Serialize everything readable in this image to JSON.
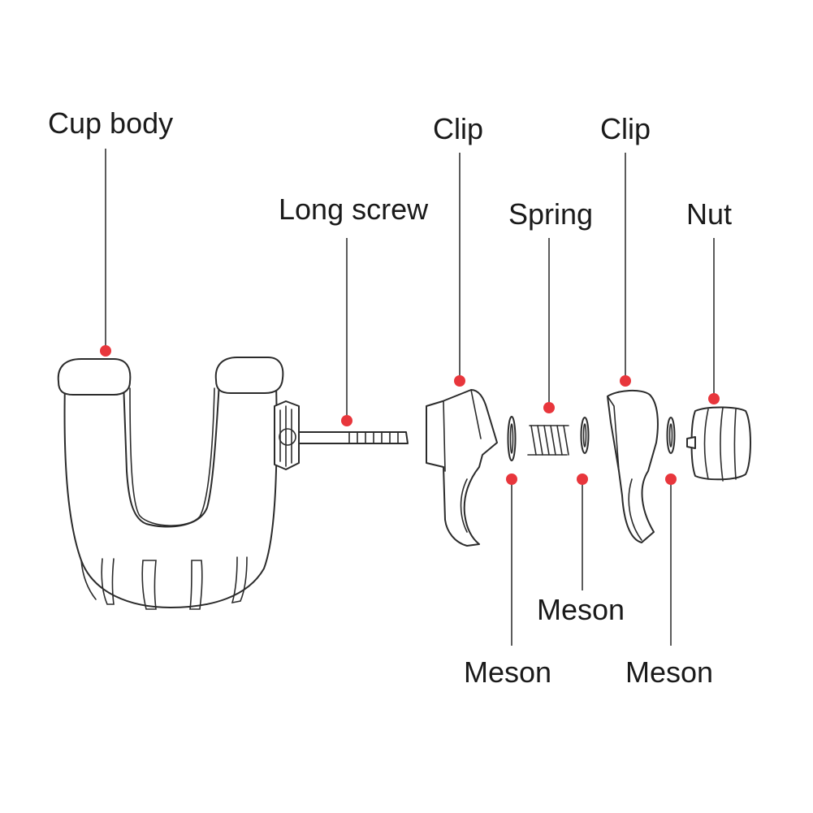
{
  "colors": {
    "dot": "#e8363c",
    "line": "#333333",
    "outline": "#2b2b2b"
  },
  "labels": {
    "cup_body": "Cup body",
    "long_screw": "Long screw",
    "clip_left": "Clip",
    "spring": "Spring",
    "clip_right": "Clip",
    "nut": "Nut",
    "meson_middle": "Meson",
    "meson_left": "Meson",
    "meson_right": "Meson"
  }
}
